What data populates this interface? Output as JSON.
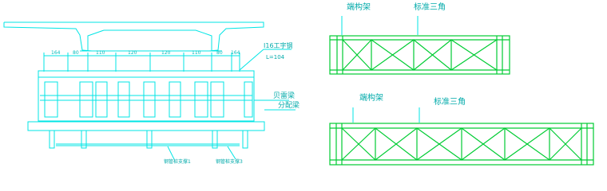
{
  "drawing": {
    "colors": {
      "background": "#ffffff",
      "cyan": "#00e5e5",
      "green": "#00cc33",
      "labels": "#00aaaa"
    },
    "section": {
      "dims_top": [
        "164",
        "80",
        "110",
        "120",
        "120",
        "110",
        "80",
        "164"
      ],
      "beam_spec": "I16工字钢",
      "beam_length": "L=104",
      "label_main_girder": "贝雷梁",
      "label_distribution_beam": "分配梁",
      "label_lower_support_left": "钢管桩支撑1",
      "label_lower_support_right": "钢管桩支撑3"
    },
    "truss_top": {
      "label_end": "端构架",
      "label_standard": "标准三角"
    },
    "truss_bottom": {
      "label_end": "端构架",
      "label_standard": "标准三角"
    }
  }
}
